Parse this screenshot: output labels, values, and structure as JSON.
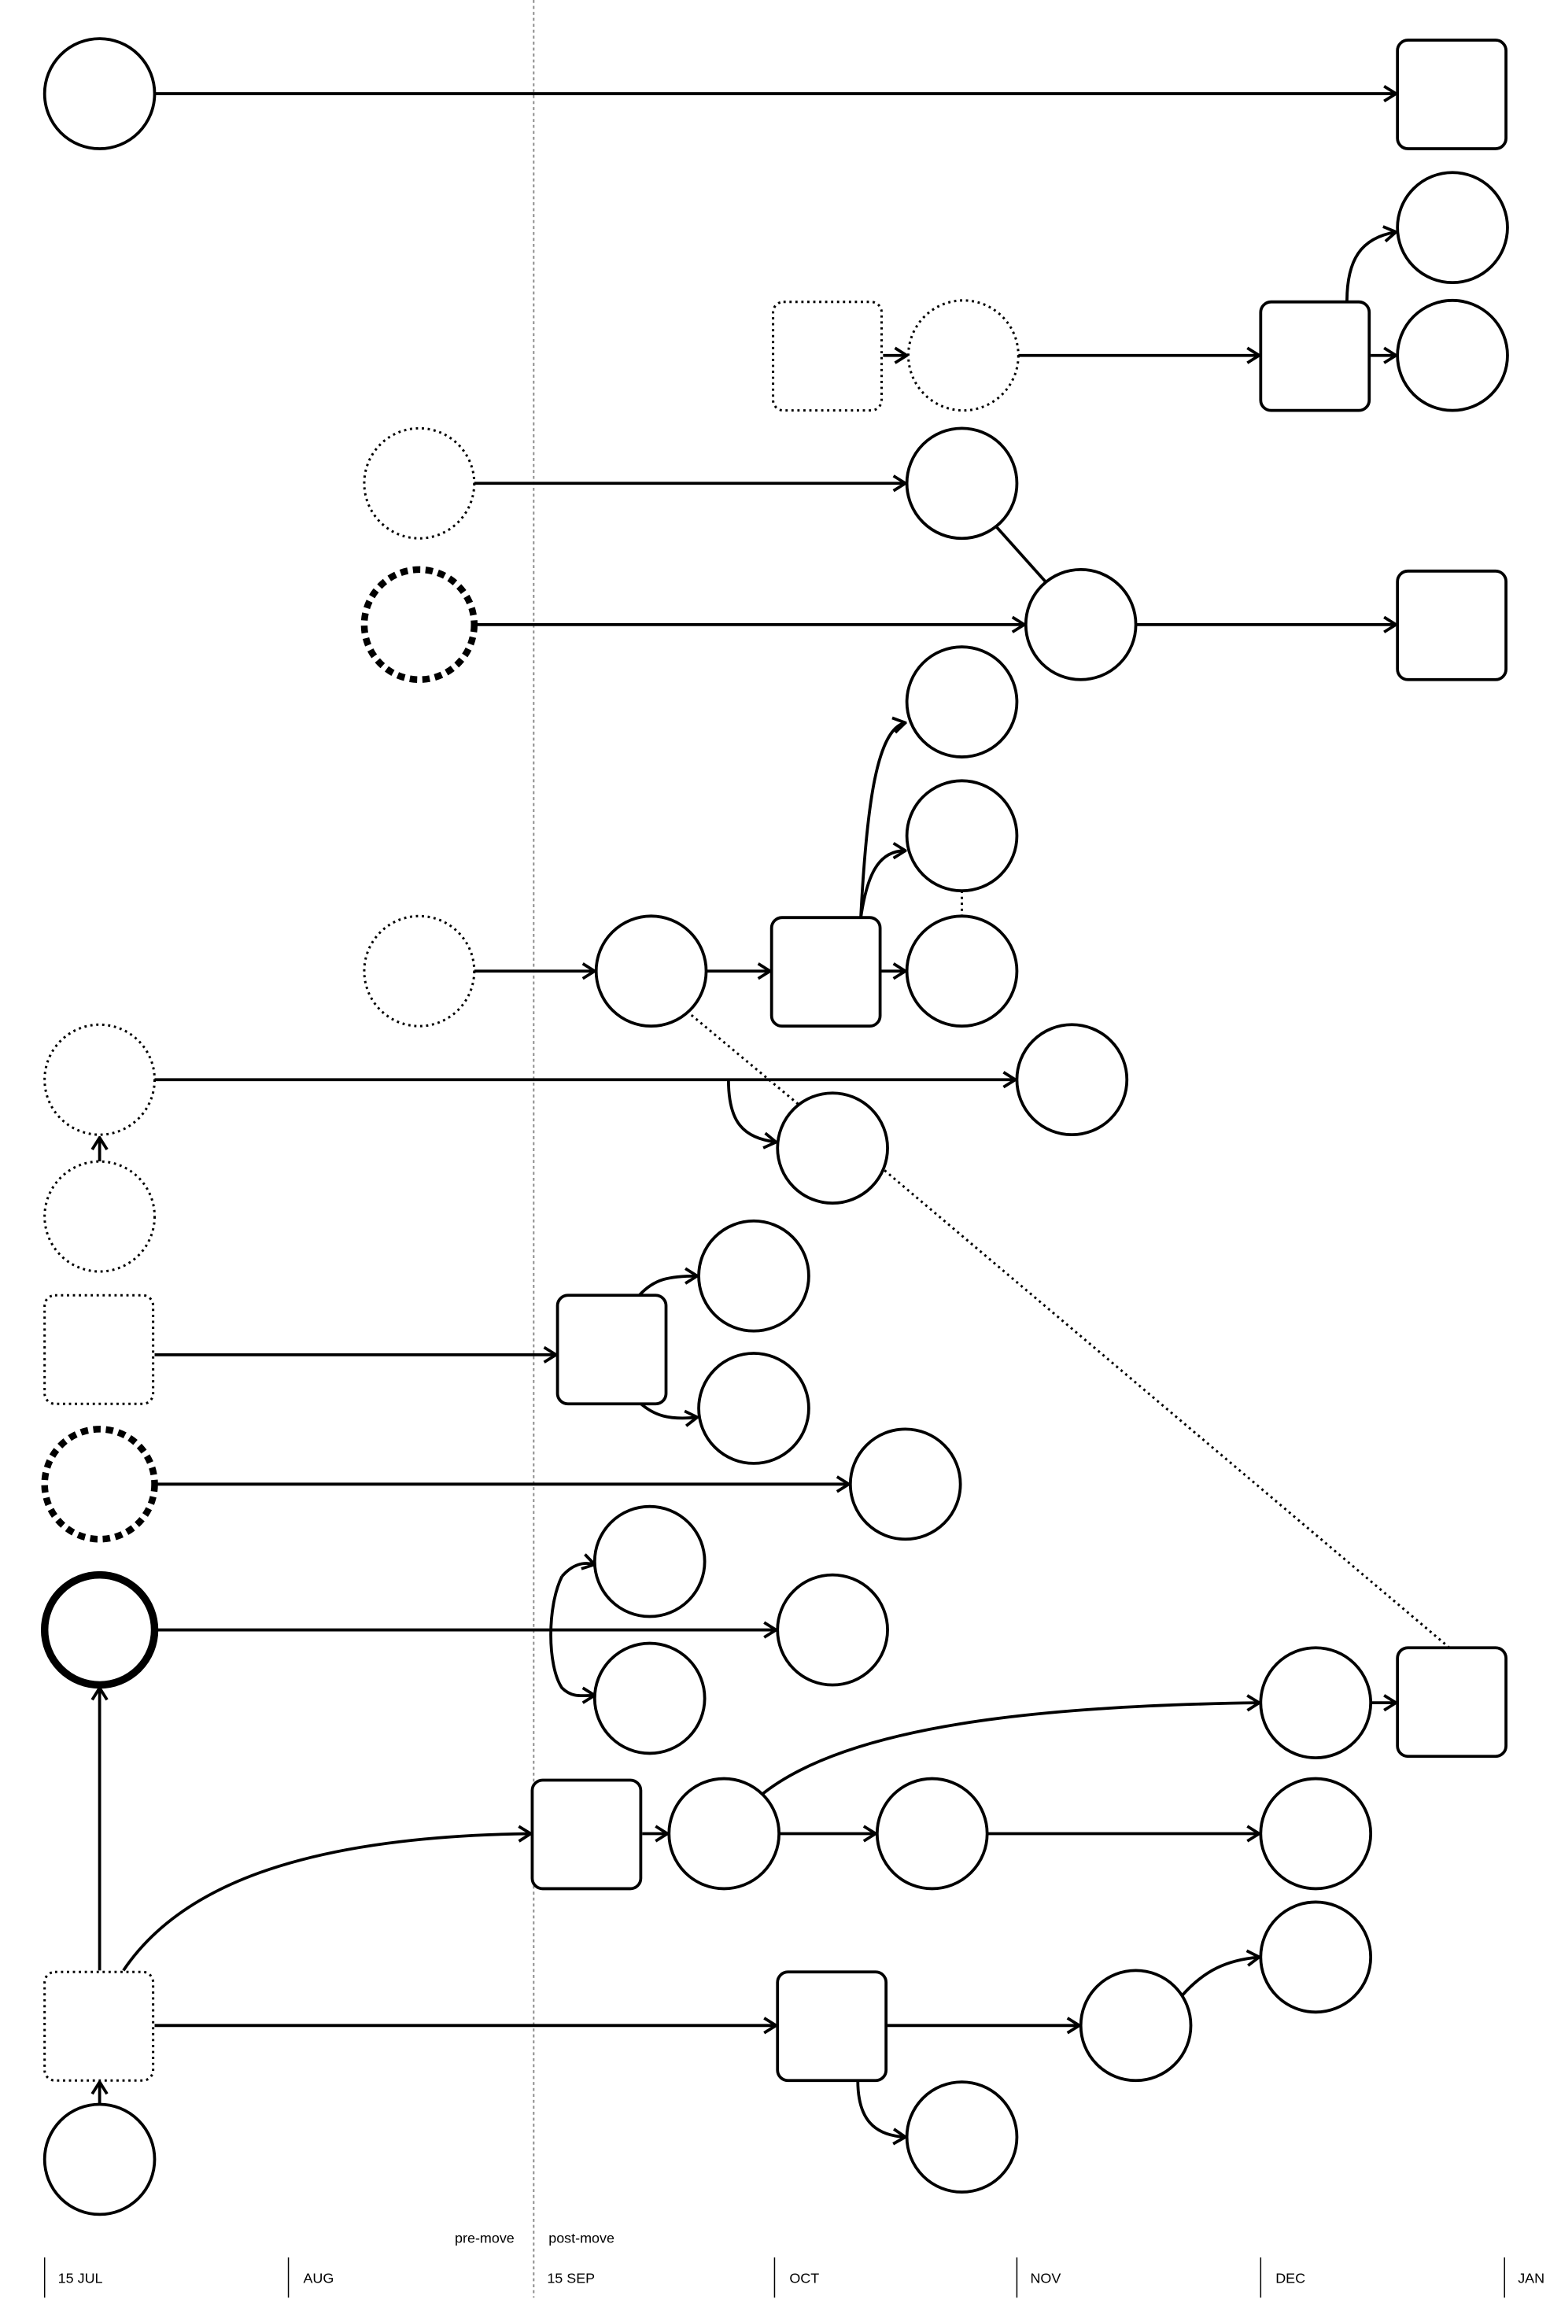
{
  "timeline": {
    "divider_labels": {
      "before": "pre-move",
      "after": "post-move"
    },
    "ticks": [
      "15 JUL",
      "AUG",
      "15 SEP",
      "OCT",
      "NOV",
      "DEC",
      "JAN"
    ]
  }
}
